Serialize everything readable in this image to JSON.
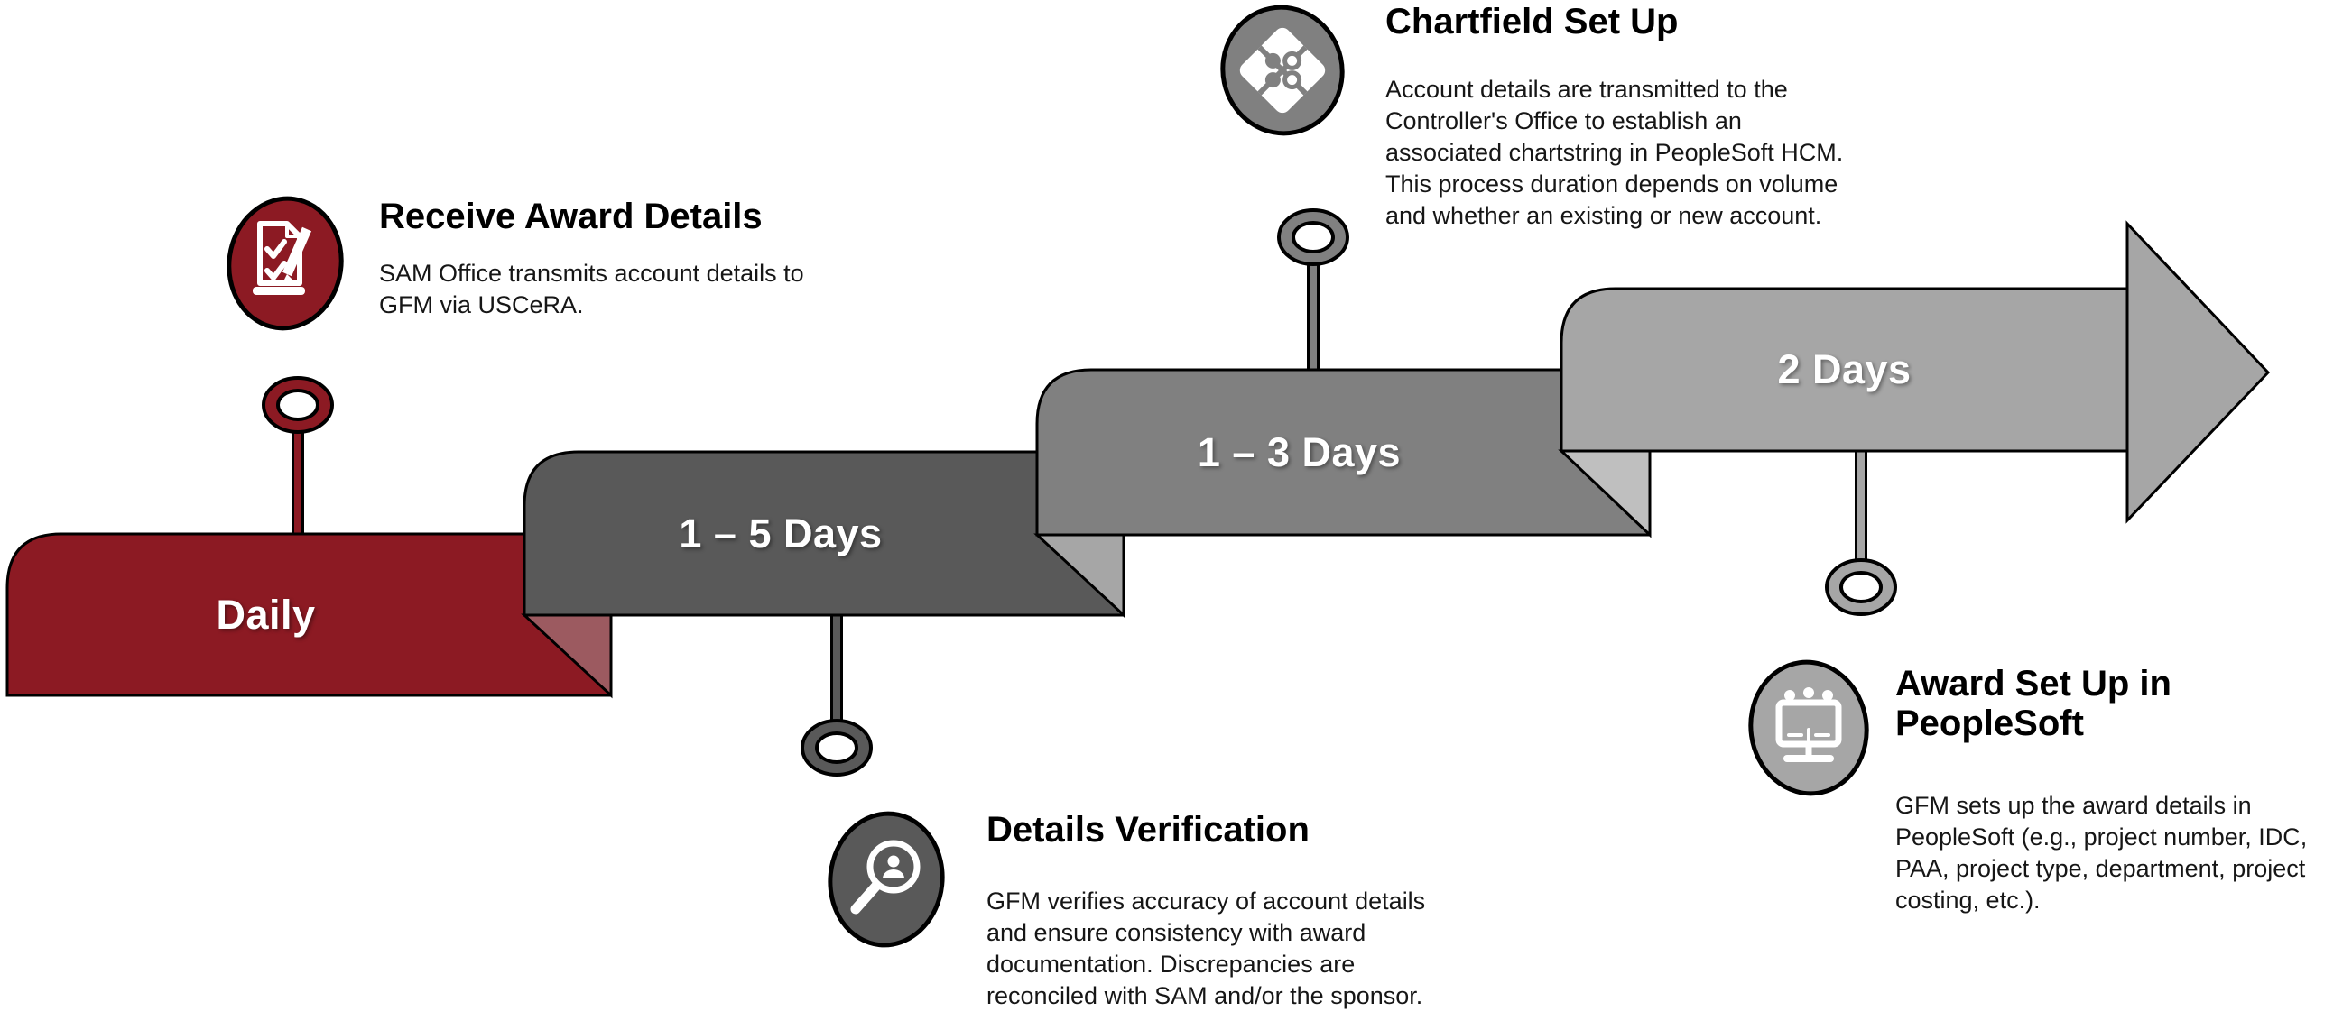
{
  "figure": {
    "background": "#FFFFFF",
    "outline_color": "#000000",
    "label_text_color": "#FFFFFF"
  },
  "stages": [
    {
      "id": "receive-award-details",
      "title": "Receive Award Details",
      "description": "SAM Office transmits account details to GFM via USCeRA.",
      "duration": "Daily",
      "icon": "checklist-pencil-icon",
      "color": "#8C1A23",
      "fold_color": "#9C5A60"
    },
    {
      "id": "details-verification",
      "title": "Details Verification",
      "description": "GFM verifies accuracy of account details and ensure consistency with award documentation. Discrepancies are reconciled with SAM and/or the sponsor.",
      "duration": "1 – 5 Days",
      "icon": "magnifier-person-icon",
      "color": "#595959",
      "fold_color": "#A6A6A6"
    },
    {
      "id": "chartfield-set-up",
      "title": "Chartfield Set Up",
      "description": "Account details are transmitted to the Controller's Office to establish an associated chartstring in PeopleSoft HCM. This process duration depends on volume and whether an existing or new account.",
      "duration": "1 – 3 Days",
      "icon": "puzzle-icon",
      "color": "#808080",
      "fold_color": "#BFBFBF"
    },
    {
      "id": "award-set-up-in-peoplesoft",
      "title": "Award Set Up in PeopleSoft",
      "description": "GFM sets up the award details in PeopleSoft (e.g., project number, IDC, PAA, project type, department, project costing, etc.).",
      "duration": "2 Days",
      "icon": "billboard-icon",
      "color": "#A6A6A6"
    }
  ]
}
